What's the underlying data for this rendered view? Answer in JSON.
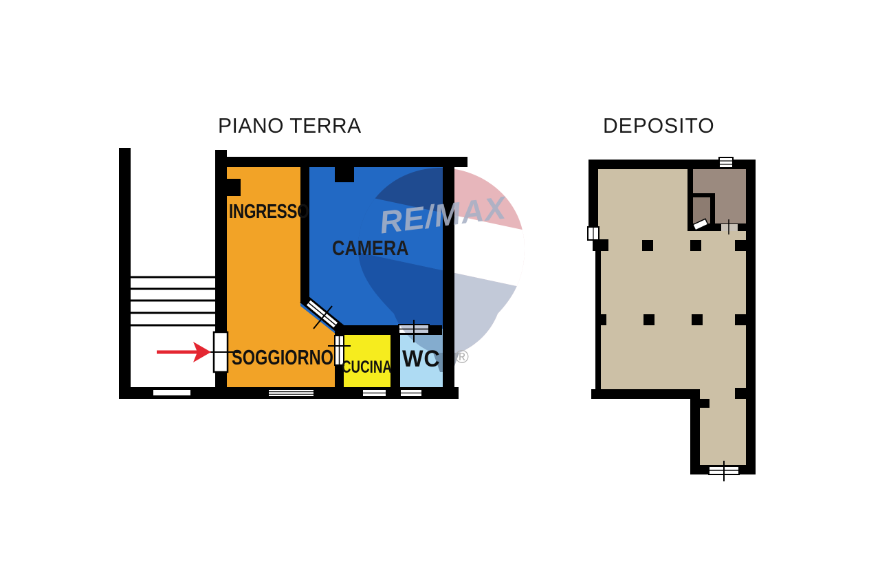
{
  "piano_terra": {
    "title": "PIANO TERRA",
    "rooms": {
      "ingresso": {
        "label": "INGRESSO",
        "color": "#F2A327"
      },
      "camera": {
        "label": "CAMERA",
        "color": "#2269C4"
      },
      "soggiorno": {
        "label": "SOGGIORNO",
        "color": "#F2A327"
      },
      "cucina": {
        "label": "CUCINA",
        "color": "#F6EC1E"
      },
      "wc": {
        "label": "WC",
        "color": "#AEDBF3"
      }
    },
    "entry_arrow_color": "#E42631"
  },
  "deposito": {
    "title": "DEPOSITO",
    "colors": {
      "main": "#CCC0A6",
      "storage_room": "#9B8A7F",
      "closet": "#8D7C71"
    }
  },
  "watermark": {
    "brand_text": "RE/MAX",
    "registered_mark": "®",
    "colors": {
      "envelope_red": "#E7B6BB",
      "band_white": "#FFFFFF",
      "envelope_blue": "#C2C9D8",
      "basket_gray": "#9FA6B4",
      "text_gray": "#A7B1C5"
    }
  }
}
